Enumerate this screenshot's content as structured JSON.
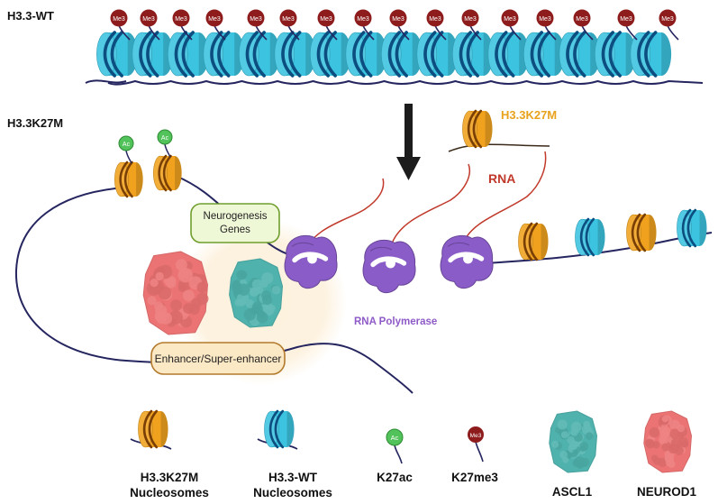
{
  "wt_section": {
    "title": "H3.3-WT",
    "mark_label": "Me3"
  },
  "mutant_section": {
    "title": "H3.3K27M",
    "ac_label": "Ac",
    "rna_label": "RNA",
    "transcript_nucleosome_label": "H3.3K27M",
    "neurogenesis_box": "Neurogenesis Genes",
    "neurogenesis_line1": "Neurogenesis",
    "neurogenesis_line2": "Genes",
    "enhancer_box": "Enhancer/Super-enhancer",
    "polymerase_label": "RNA Polymerase"
  },
  "legend": {
    "k27m_line1": "H3.3K27M",
    "k27m_line2": "Nucleosomes",
    "wt_line1": "H3.3-WT",
    "wt_line2": "Nucleosomes",
    "ac_symbol": "Ac",
    "k27ac": "K27ac",
    "me3_symbol": "Me3",
    "k27me3": "K27me3",
    "ascl1": "ASCL1",
    "neurod1": "NEUROD1"
  },
  "colors": {
    "wt_nucleosome": "#3cc3e0",
    "wt_band": "#0d4e80",
    "k27m_nucleosome": "#f0a21e",
    "k27m_band": "#7a3f05",
    "dna": "#252560",
    "me3_mark": "#8e1c1c",
    "ac_mark": "#52c25a",
    "rna": "#c0392b",
    "polymerase": "#8a5cc8",
    "ascl1": "#4fb2ad",
    "neurod1": "#ec7373",
    "label_gold": "#e8a21e",
    "label_purple": "#8e5ac8",
    "neurogenesis_box_fill": "#eef7d6",
    "neurogenesis_box_stroke": "#6f9e2d",
    "enhancer_box_fill": "#fbe8c4",
    "enhancer_box_stroke": "#b27a2d",
    "glow": "#fdf1dd"
  },
  "icons": {
    "arrow": "down-arrow-icon",
    "nucleosome": "nucleosome-icon",
    "polymerase": "rna-polymerase-icon",
    "protein": "protein-blob-icon"
  }
}
